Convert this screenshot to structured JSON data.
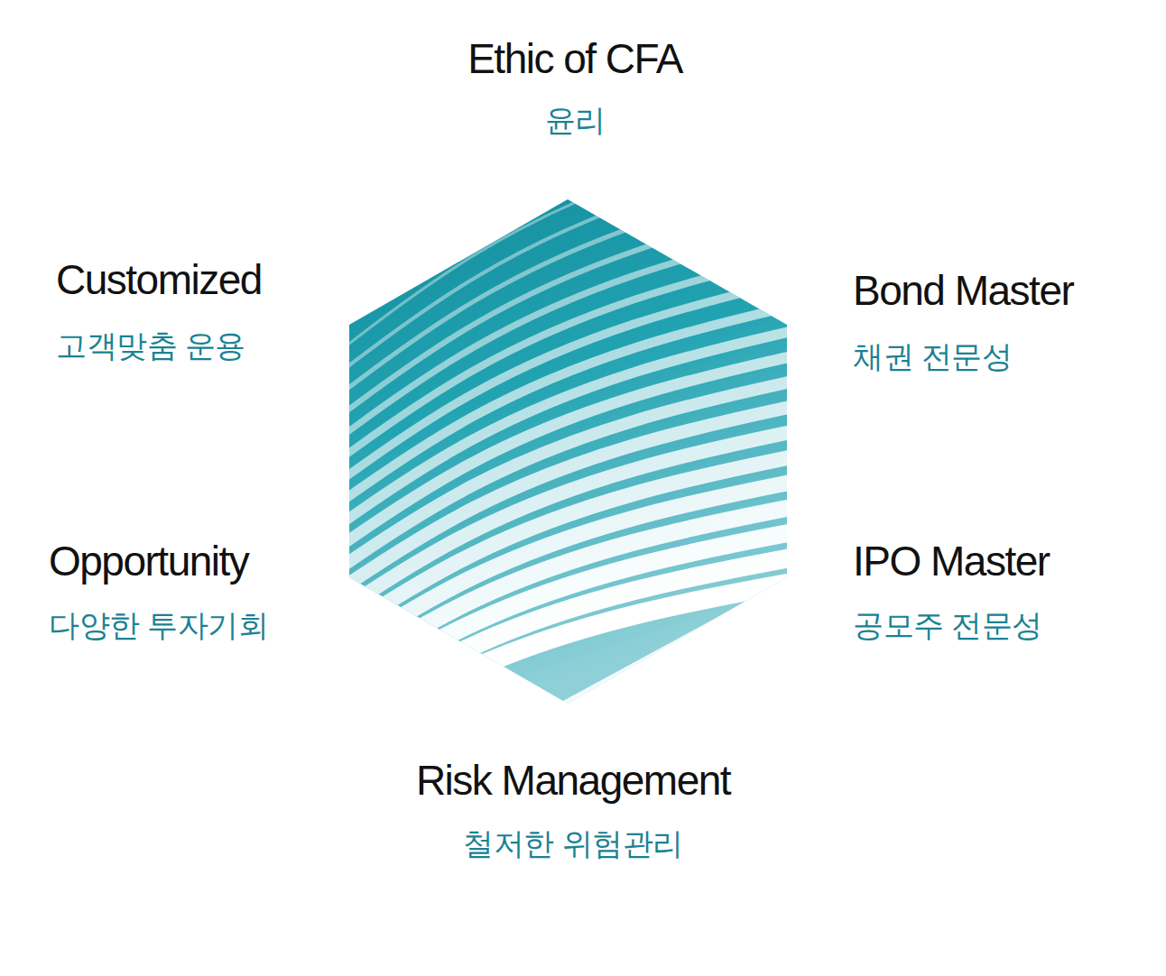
{
  "diagram": {
    "labels": [
      "Ethic of CFA",
      "윤리",
      "Customized",
      "고객맞춤 운용",
      "Bond Master",
      "채권 전문성",
      "Opportunity",
      "다양한 투자기회",
      "IPO Master",
      "공모주 전문성",
      "Risk Management",
      "철저한 위험관리"
    ]
  }
}
